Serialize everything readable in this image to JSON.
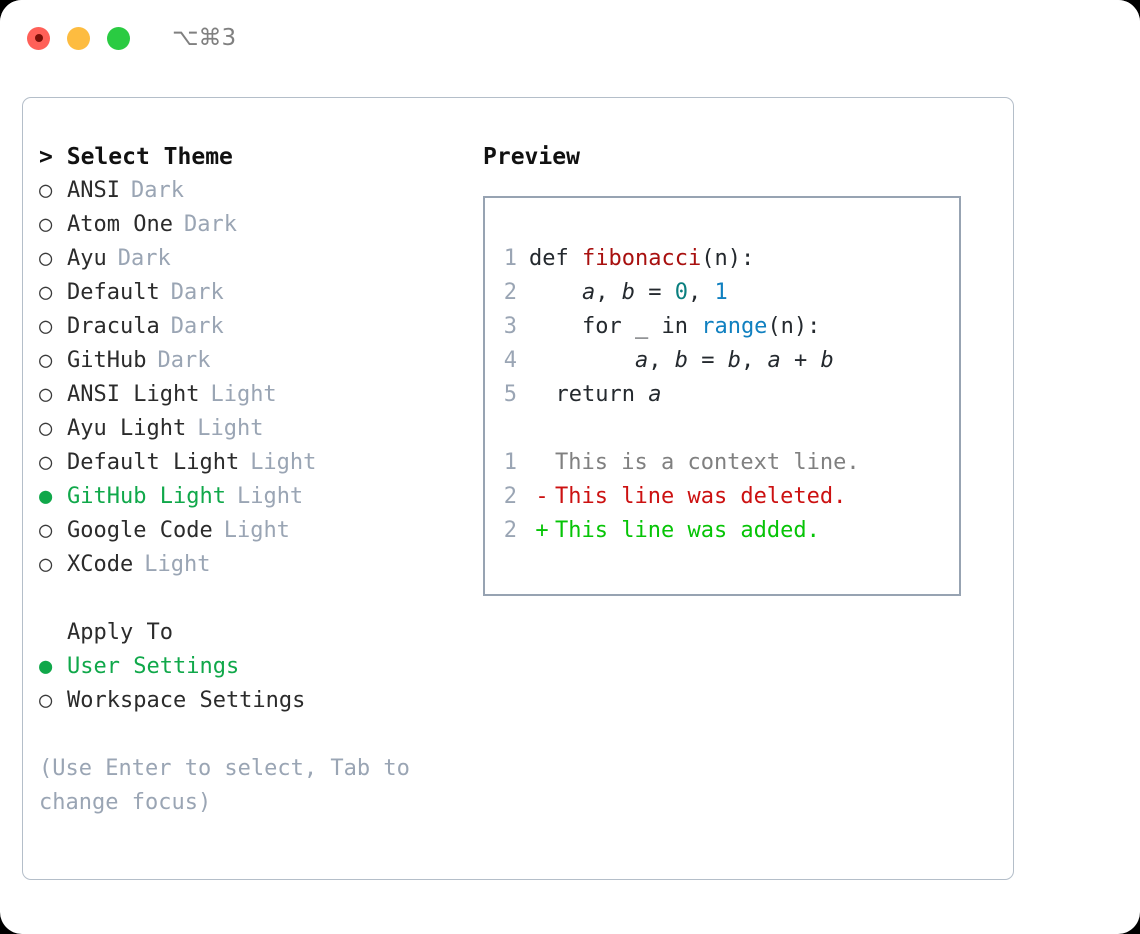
{
  "titlebar": {
    "shortcut": "⌥⌘3",
    "lights": [
      {
        "name": "close",
        "color": "#ff6058"
      },
      {
        "name": "minimize",
        "color": "#fdbc40"
      },
      {
        "name": "maximize",
        "color": "#2acb42"
      }
    ]
  },
  "colors": {
    "selected_green": "#10a84a",
    "muted_grey": "#9aa5b4",
    "panel_border": "#b4bec9",
    "preview_border": "#97a3b2",
    "diff_add": "#06c406",
    "diff_del": "#cc1111",
    "text": "#2b2b2b"
  },
  "theme_list": {
    "heading_marker": ">",
    "heading": "Select Theme",
    "radio_off": "○",
    "radio_on": "●",
    "items": [
      {
        "label": "ANSI",
        "tag": "Dark",
        "selected": false
      },
      {
        "label": "Atom One",
        "tag": "Dark",
        "selected": false
      },
      {
        "label": "Ayu",
        "tag": "Dark",
        "selected": false
      },
      {
        "label": "Default",
        "tag": "Dark",
        "selected": false
      },
      {
        "label": "Dracula",
        "tag": "Dark",
        "selected": false
      },
      {
        "label": "GitHub",
        "tag": "Dark",
        "selected": false
      },
      {
        "label": "ANSI Light",
        "tag": "Light",
        "selected": false
      },
      {
        "label": "Ayu Light",
        "tag": "Light",
        "selected": false
      },
      {
        "label": "Default Light",
        "tag": "Light",
        "selected": false
      },
      {
        "label": "GitHub Light",
        "tag": "Light",
        "selected": true
      },
      {
        "label": "Google Code",
        "tag": "Light",
        "selected": false
      },
      {
        "label": "XCode",
        "tag": "Light",
        "selected": false
      }
    ]
  },
  "apply_to": {
    "heading": "Apply To",
    "items": [
      {
        "label": "User Settings",
        "selected": true
      },
      {
        "label": "Workspace Settings",
        "selected": false
      }
    ]
  },
  "hint": "(Use Enter to select, Tab to change focus)",
  "preview": {
    "title": "Preview",
    "code_lines": [
      {
        "no": "1",
        "indent": "",
        "segments": [
          {
            "t": "def ",
            "cls": "codetext"
          },
          {
            "t": "fibonacci",
            "cls": "tok-fn"
          },
          {
            "t": "(n):",
            "cls": "codetext"
          }
        ]
      },
      {
        "no": "2",
        "indent": "    ",
        "segments": [
          {
            "t": "a",
            "cls": "tok-var"
          },
          {
            "t": ", ",
            "cls": "codetext"
          },
          {
            "t": "b",
            "cls": "tok-var"
          },
          {
            "t": " = ",
            "cls": "codetext"
          },
          {
            "t": "0",
            "cls": "tok-num0"
          },
          {
            "t": ", ",
            "cls": "codetext"
          },
          {
            "t": "1",
            "cls": "tok-num1"
          }
        ]
      },
      {
        "no": "3",
        "indent": "    ",
        "segments": [
          {
            "t": "for _ in ",
            "cls": "codetext"
          },
          {
            "t": "range",
            "cls": "tok-call"
          },
          {
            "t": "(n):",
            "cls": "codetext"
          }
        ]
      },
      {
        "no": "4",
        "indent": "        ",
        "segments": [
          {
            "t": "a",
            "cls": "tok-var"
          },
          {
            "t": ", ",
            "cls": "codetext"
          },
          {
            "t": "b",
            "cls": "tok-var"
          },
          {
            "t": " = ",
            "cls": "codetext"
          },
          {
            "t": "b",
            "cls": "tok-var"
          },
          {
            "t": ", ",
            "cls": "codetext"
          },
          {
            "t": "a",
            "cls": "tok-var"
          },
          {
            "t": " + ",
            "cls": "codetext"
          },
          {
            "t": "b",
            "cls": "tok-var"
          }
        ]
      },
      {
        "no": "5",
        "indent": "  ",
        "segments": [
          {
            "t": "return ",
            "cls": "codetext"
          },
          {
            "t": "a",
            "cls": "tok-var"
          }
        ]
      }
    ],
    "diff_lines": [
      {
        "no": "1",
        "marker": " ",
        "text": "This is a context line.",
        "kind": "diff-ctx"
      },
      {
        "no": "2",
        "marker": "-",
        "text": "This line was deleted.",
        "kind": "diff-del"
      },
      {
        "no": "2",
        "marker": "+",
        "text": "This line was added.",
        "kind": "diff-add"
      }
    ]
  }
}
